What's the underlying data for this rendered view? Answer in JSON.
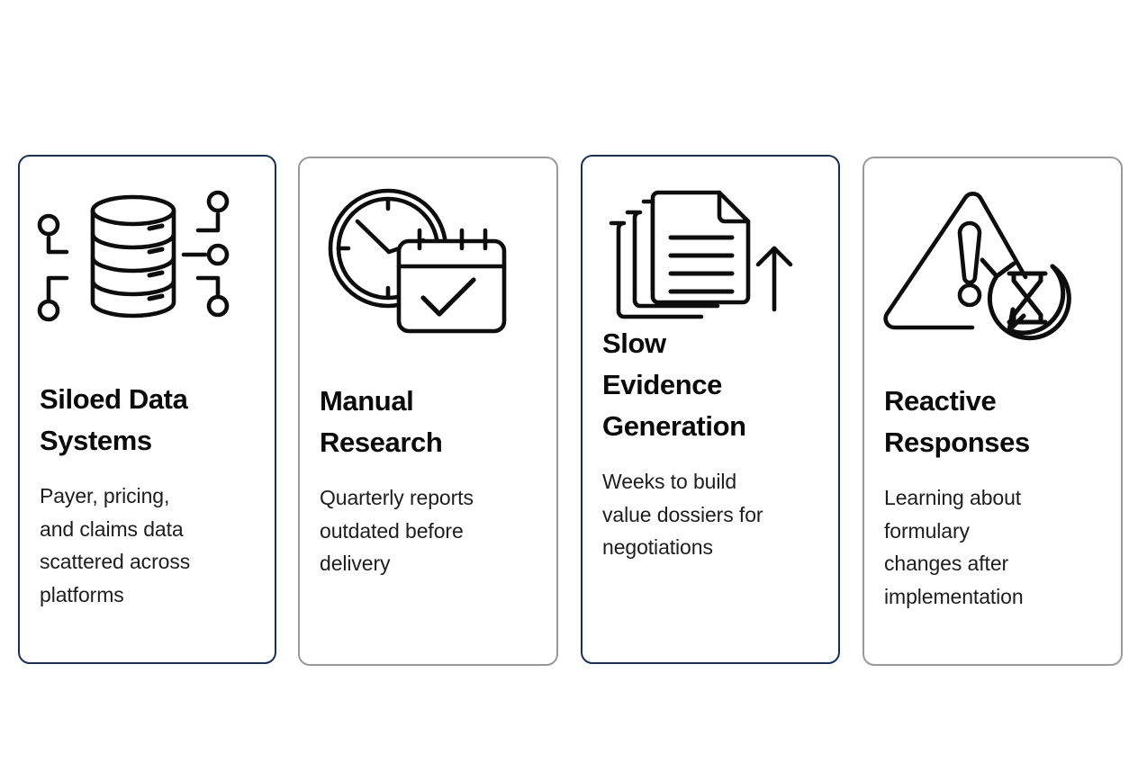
{
  "page": {
    "background_color": "#ffffff",
    "layout": "four-card-row",
    "accent_color": "#1b3054",
    "neutral_border_color": "#9a9a9a",
    "title_color": "#0a0a0a",
    "body_color": "#1d1d1d"
  },
  "cards": [
    {
      "id": "siloed-data-systems",
      "icon_name": "database-network-icon",
      "title": "Siloed Data\nSystems",
      "body": "Payer, pricing,\nand claims data\nscattered across\nplatforms",
      "border_style": "accent",
      "border_color": "#1b3054"
    },
    {
      "id": "manual-research",
      "icon_name": "clock-calendar-icon",
      "title": "Manual\nResearch",
      "body": "Quarterly reports\noutdated before\ndelivery",
      "border_style": "neutral",
      "border_color": "#9a9a9a"
    },
    {
      "id": "slow-evidence-generation",
      "icon_name": "document-stack-arrow-up-icon",
      "title": "Slow\nEvidence\nGeneration",
      "body": "Weeks to build\nvalue dossiers for\nnegotiations",
      "border_style": "accent",
      "border_color": "#1b3054"
    },
    {
      "id": "reactive-responses",
      "icon_name": "warning-hourglass-refresh-icon",
      "title": "Reactive\nResponses",
      "body": "Learning about\nformulary\nchanges after\nimplementation",
      "border_style": "neutral",
      "border_color": "#9a9a9a"
    }
  ]
}
